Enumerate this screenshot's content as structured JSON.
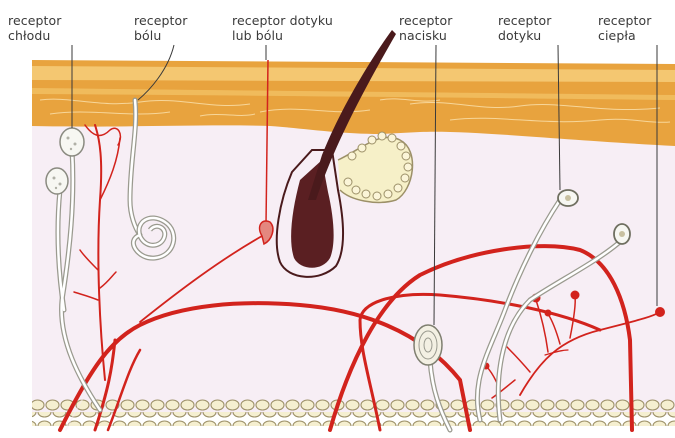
{
  "labels": [
    {
      "text": "receptor\nchłodu"
    },
    {
      "text": "receptor\nbólu"
    },
    {
      "text": "receptor dotyku\nlub bólu"
    },
    {
      "text": "receptor\nnacisku"
    },
    {
      "text": "receptor\ndotyku"
    },
    {
      "text": "receptor\nciepła"
    }
  ],
  "colors": {
    "epidermis": "#e8a33e",
    "epidermis_band": "#f6cf7e",
    "dermis": "#f7eef5",
    "fat": "#f5efd0",
    "vessel": "#d2231d",
    "nerve": "#9a9a8f",
    "hair": "#4a1a1c"
  }
}
